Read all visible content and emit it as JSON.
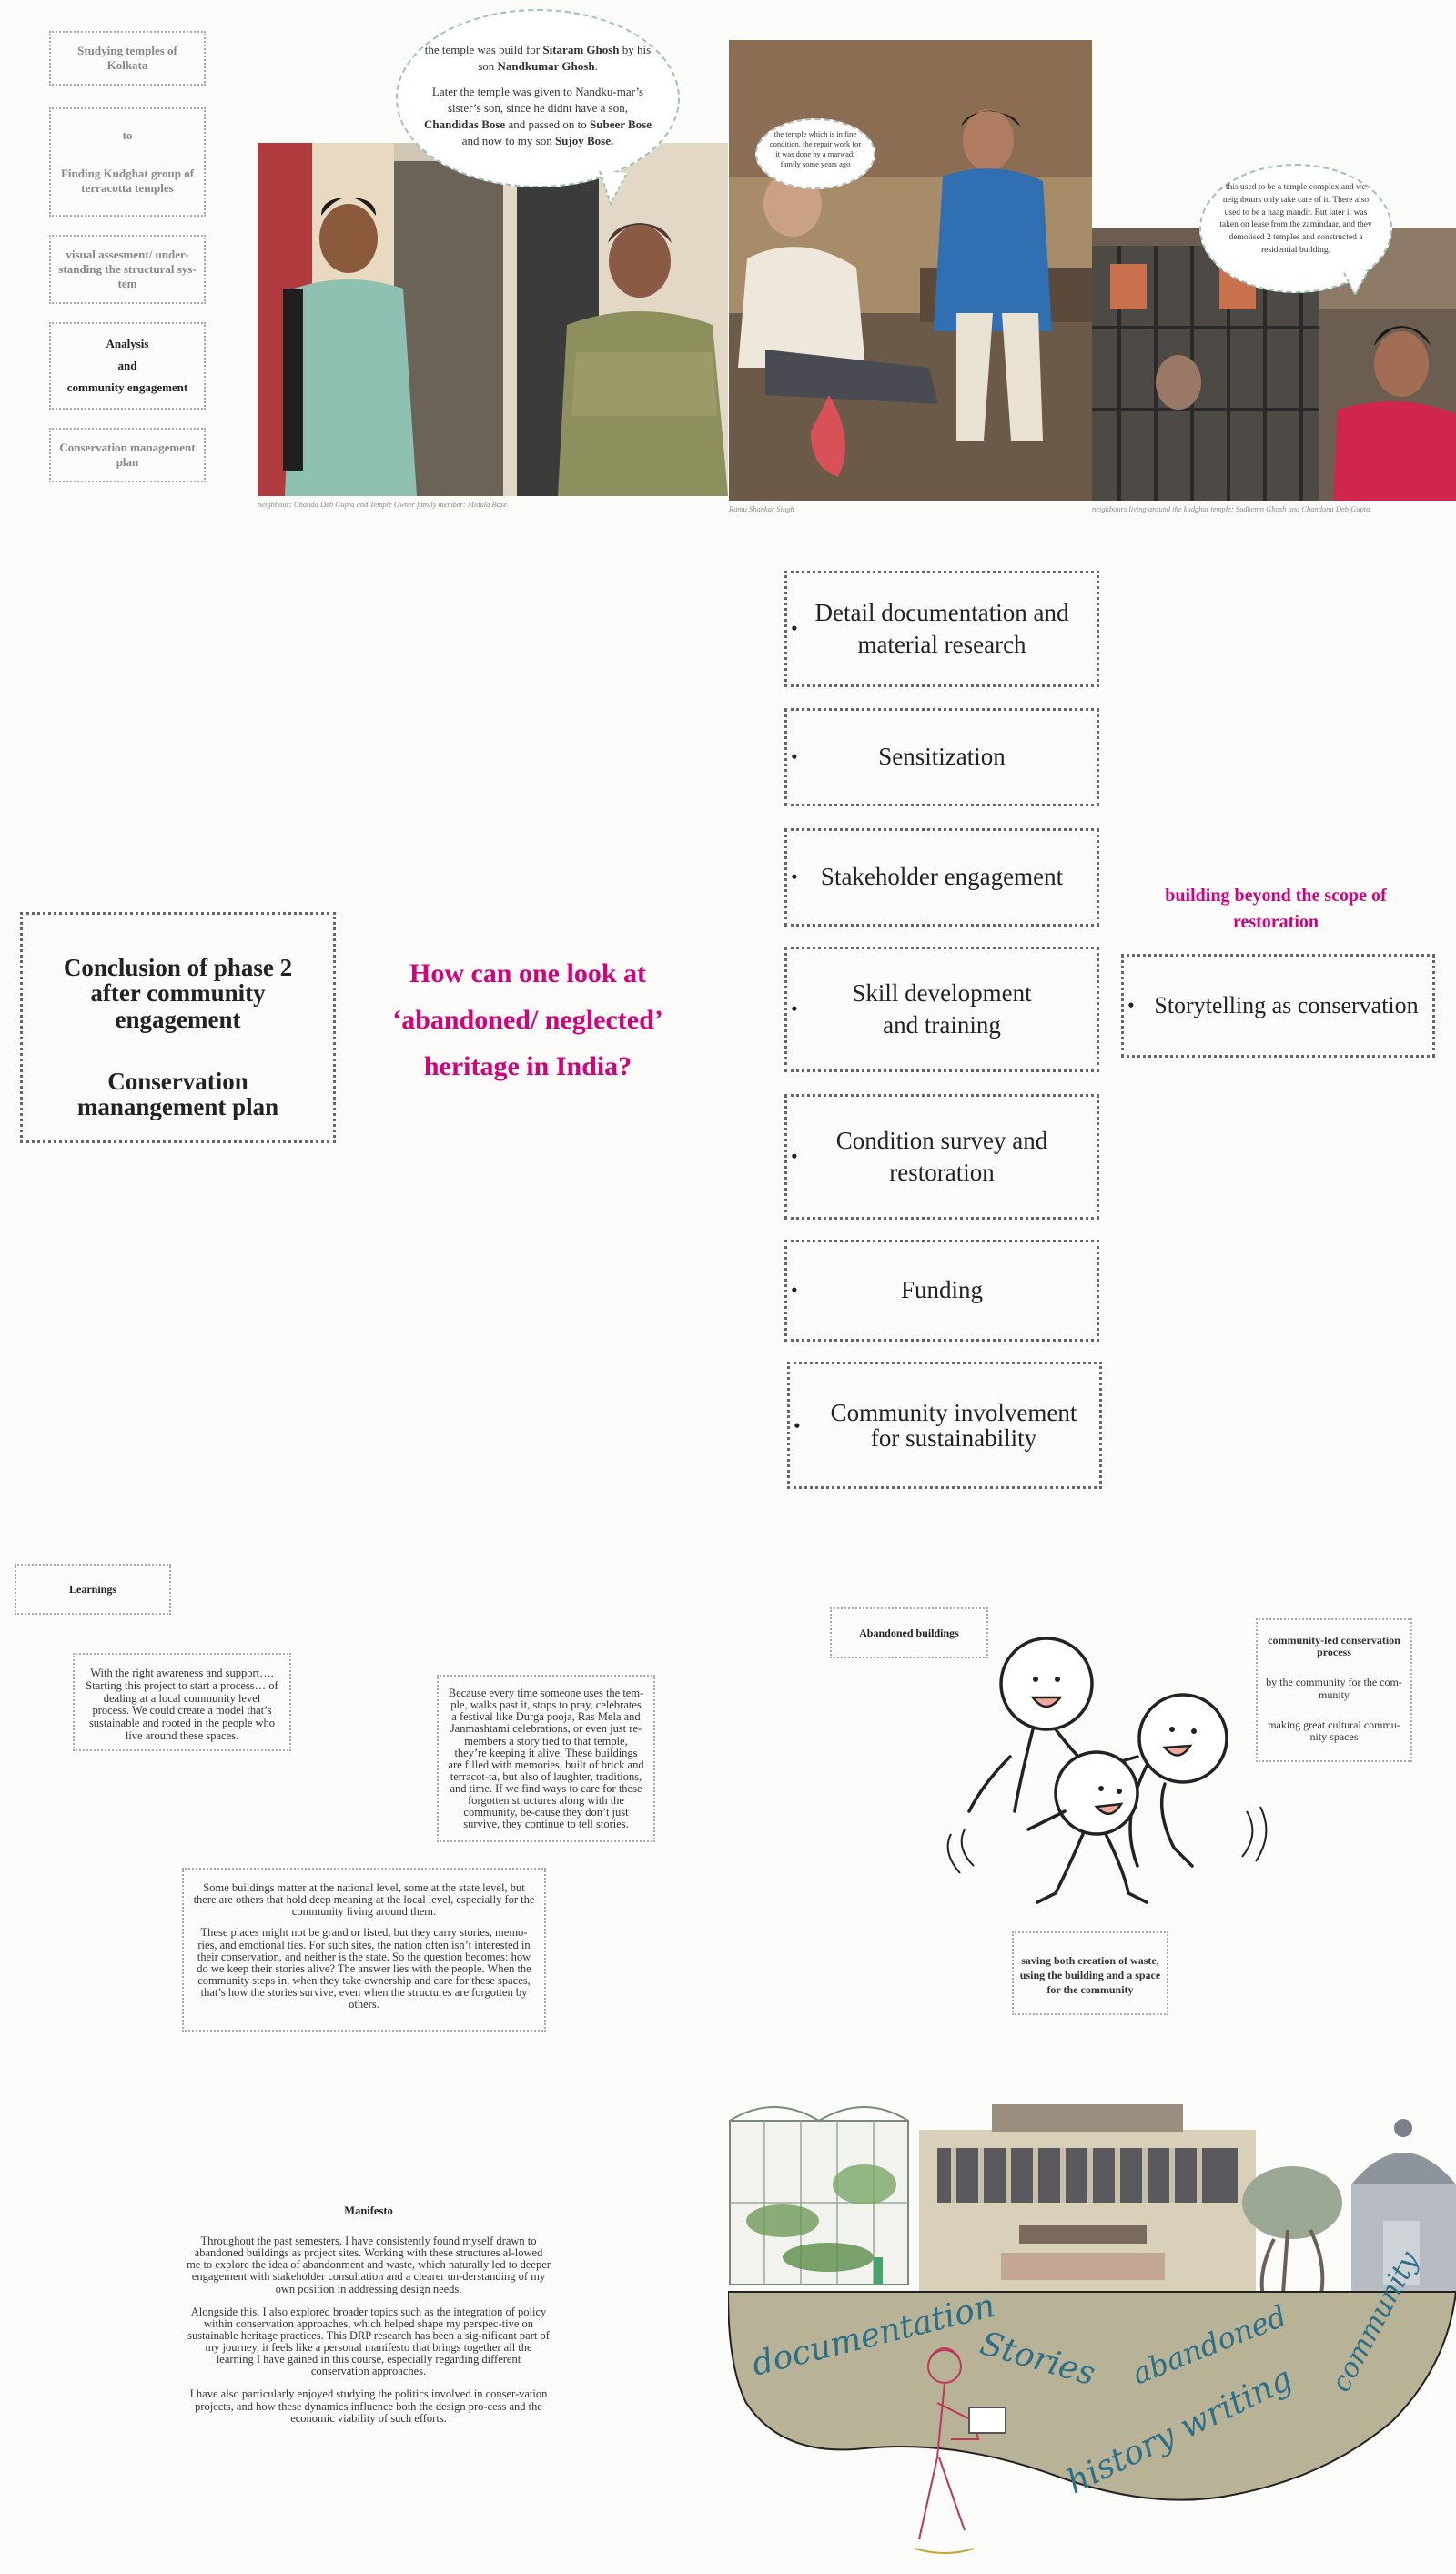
{
  "process": {
    "steps": [
      {
        "label": "Studying temples of Kolkata"
      },
      {
        "label_top": "to",
        "label": "Finding Kudghat group of terracotta temples"
      },
      {
        "label": "visual assesment/ under-standing the structural sys-tem"
      },
      {
        "label_a": "Analysis",
        "label_b": "and",
        "label_c": "community engagement"
      },
      {
        "label": "Conservation management plan"
      }
    ]
  },
  "bubbles": {
    "b1_l1": "the temple was build for",
    "b1_name1": "Sitaram Ghosh",
    "b1_l2": "by his son",
    "b1_name2": "Nandkumar Ghosh",
    "b1_l3": "Later the temple was given to Nandku-mar’s sister’s son, since he didnt have a son,",
    "b1_name3": "Chandidas Bose",
    "b1_l4": "and passed on to",
    "b1_name4": "Subeer Bose",
    "b1_l5": "and now to  my son",
    "b1_name5": "Sujoy Bose.",
    "b2": "the temple which is in fine condition, the repair work for it was done by a marwadi family some years ago",
    "b3": "this used to be a temple complex,and we neighbours only take care of it. There also used to be a naag mandir. But later it was taken on lease from the zamindaar, and they demolised 2 temples and constructed a residential building."
  },
  "captions": {
    "c1": "neighbour: Chanda Deb Gupta and Temple Owner family member: Midula Bose",
    "c2": "Ramu Shankar Singh",
    "c3": "neighbours living around the kudghat temple: Sudhemn Ghosh and Chandana Deb Gupta"
  },
  "conclusion": {
    "line1": "Conclusion of phase 2 after community engagement",
    "line2": "Conservation manangement plan"
  },
  "question": {
    "l1": "How can one look at",
    "l2": "‘abandoned/ neglected’",
    "l3": "heritage in India?"
  },
  "strategies": [
    "Detail documentation and material research",
    "Sensitization",
    "Stakeholder engagement",
    "Skill development and training",
    "Condition survey and restoration",
    "Funding",
    "Community involvement for sustainability"
  ],
  "beyond": {
    "heading": "building beyond the scope of restoration",
    "item": "Storytelling as conservation"
  },
  "learnings": {
    "title": "Learnings",
    "p1": "With the right awareness and support…. Starting this project to start a process… of dealing at a local community level process. We could create a model that’s sustainable and rooted in the people who live around these spaces.",
    "p2": "Because every time someone uses the tem-ple, walks past it, stops to pray, celebrates a festival like Durga pooja, Ras Mela and Janmashtami celebrations, or even just re-members a story tied to that temple, they’re keeping it alive. These buildings are filled with memories, built of brick and terracot-ta, but also of laughter, traditions, and time. If we find ways to care for these forgotten structures along with the community, be-cause they don’t just survive, they continue to tell stories.",
    "p3a": "Some buildings matter at the national level, some at the state level, but there are others that hold deep meaning at the local level, especially for the community living around them.",
    "p3b": "These places might not be grand or listed, but they carry stories, memo-ries, and emotional ties. For such sites, the nation often isn’t interested in their conservation, and neither is the state. So the question becomes: how do we keep their stories alive? The answer lies with the people. When the community steps in, when they take ownership and care for these spaces, that’s how the stories survive, even when the structures are forgotten by others."
  },
  "abandoned": {
    "title": "Abandoned buildings",
    "community_title": "community-led conservation process",
    "community_l1": "by the community for the com-munity",
    "community_l2": "making great cultural commu-nity spaces",
    "saving": "saving both creation of waste, using the building and a space for the community"
  },
  "manifesto": {
    "title": "Manifesto",
    "p1": "Throughout the past semesters, I have consistently found myself drawn to abandoned buildings as project sites. Working with these structures al-lowed me to explore the idea of abandonment and waste, which naturally led to deeper engagement with stakeholder consultation and a clearer un-derstanding of my own position in addressing design needs.",
    "p2": "Alongside this, I also explored broader topics such as the integration of policy within conservation approaches, which helped shape my perspec-tive on sustainable heritage practices. This DRP research has been a sig-nificant part of my journey, it feels like a personal manifesto that brings together all the learning I have gained in this course, especially regarding different conservation approaches.",
    "p3": "I have also particularly enjoyed studying the politics involved in conser-vation projects, and how these dynamics influence both the design pro-cess and the economic viability of such efforts."
  },
  "illustration_words": {
    "w1": "documentation",
    "w2": "Stories",
    "w3": "abandoned",
    "w4": "community",
    "w5": "history writing"
  },
  "colors": {
    "magenta": "#d6007a",
    "earth": "#b8b396",
    "script": "#2c6f8a"
  }
}
